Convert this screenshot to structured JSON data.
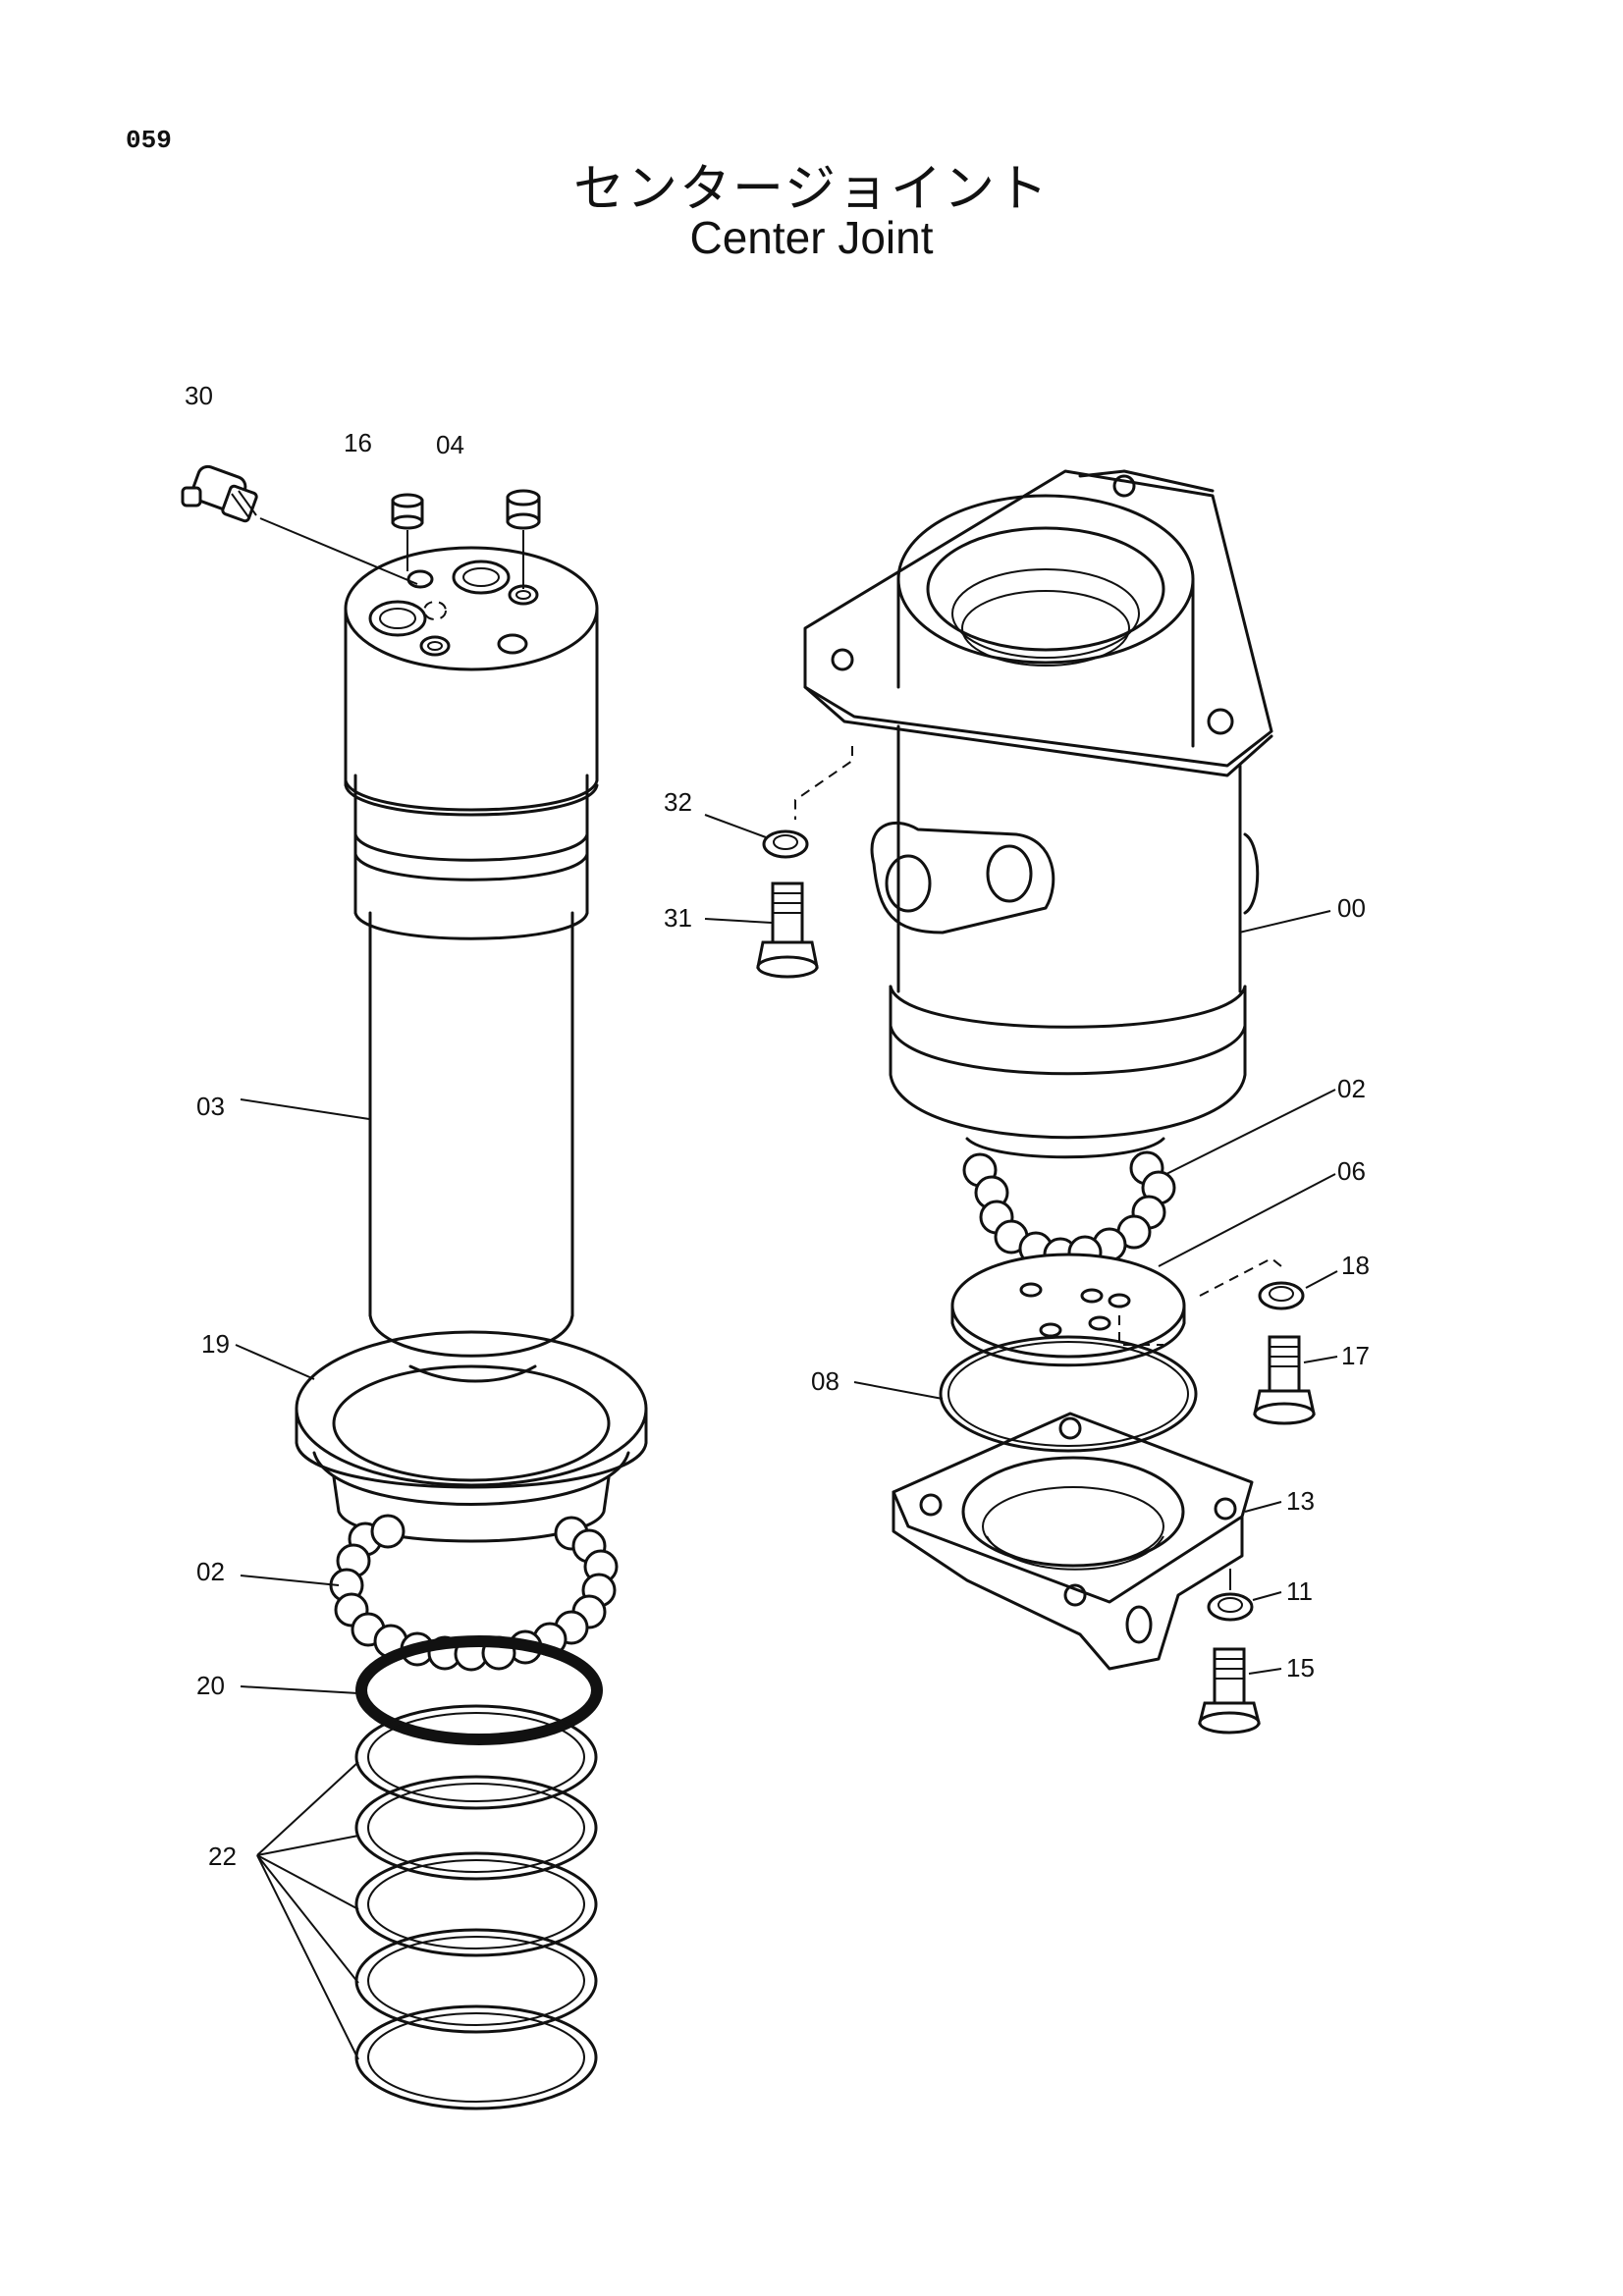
{
  "page_number": "059",
  "title_ja": "センタージョイント",
  "title_en": "Center Joint",
  "callouts": {
    "c30": "30",
    "c16": "16",
    "c04": "04",
    "c32": "32",
    "c31": "31",
    "c00": "00",
    "c03": "03",
    "c02a": "02",
    "c06": "06",
    "c18": "18",
    "c17": "17",
    "c19": "19",
    "c08": "08",
    "c13": "13",
    "c02b": "02",
    "c11": "11",
    "c15": "15",
    "c20": "20",
    "c22": "22"
  }
}
